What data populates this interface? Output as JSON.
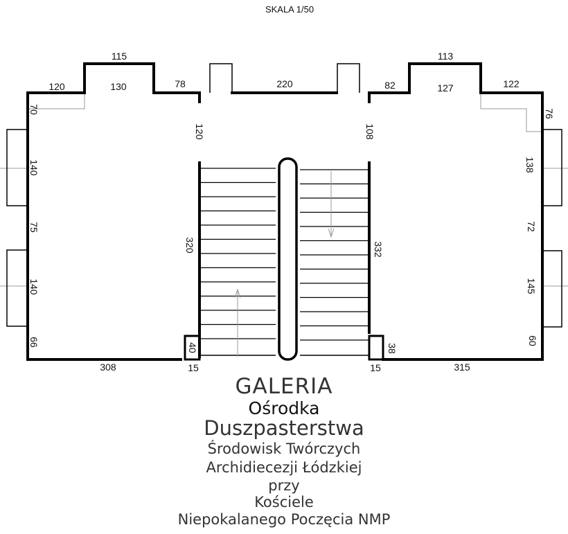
{
  "scale_label": "SKALA 1/50",
  "dimensions": {
    "top_left_wall": "120",
    "left_bay_outer": "115",
    "left_bay_inner": "130",
    "wall_78": "78",
    "center_wall": "220",
    "wall_82": "82",
    "right_bay_outer": "113",
    "right_bay_inner": "127",
    "top_right_wall": "122",
    "left_70": "70",
    "left_win1": "140",
    "left_75": "75",
    "left_win2": "140",
    "left_66": "66",
    "right_76": "76",
    "right_win1": "138",
    "right_72": "72",
    "right_win2": "145",
    "right_60": "60",
    "left_partition_120": "120",
    "right_partition_108": "108",
    "stair_left_320": "320",
    "stair_right_332": "332",
    "pillar_left_40": "40",
    "pillar_right_38": "38",
    "bottom_left_308": "308",
    "bottom_left_15": "15",
    "bottom_right_15": "15",
    "bottom_right_315": "315"
  },
  "title": {
    "line1": "GALERIA",
    "line2": "Ośrodka",
    "line3": "Duszpasterstwa",
    "line4": "Środowisk Twórczych",
    "line5": "Archidiecezji Łódzkiej",
    "line6": "przy",
    "line7": "Kościele",
    "line8": "Niepokalanego Poczęcia NMP"
  }
}
